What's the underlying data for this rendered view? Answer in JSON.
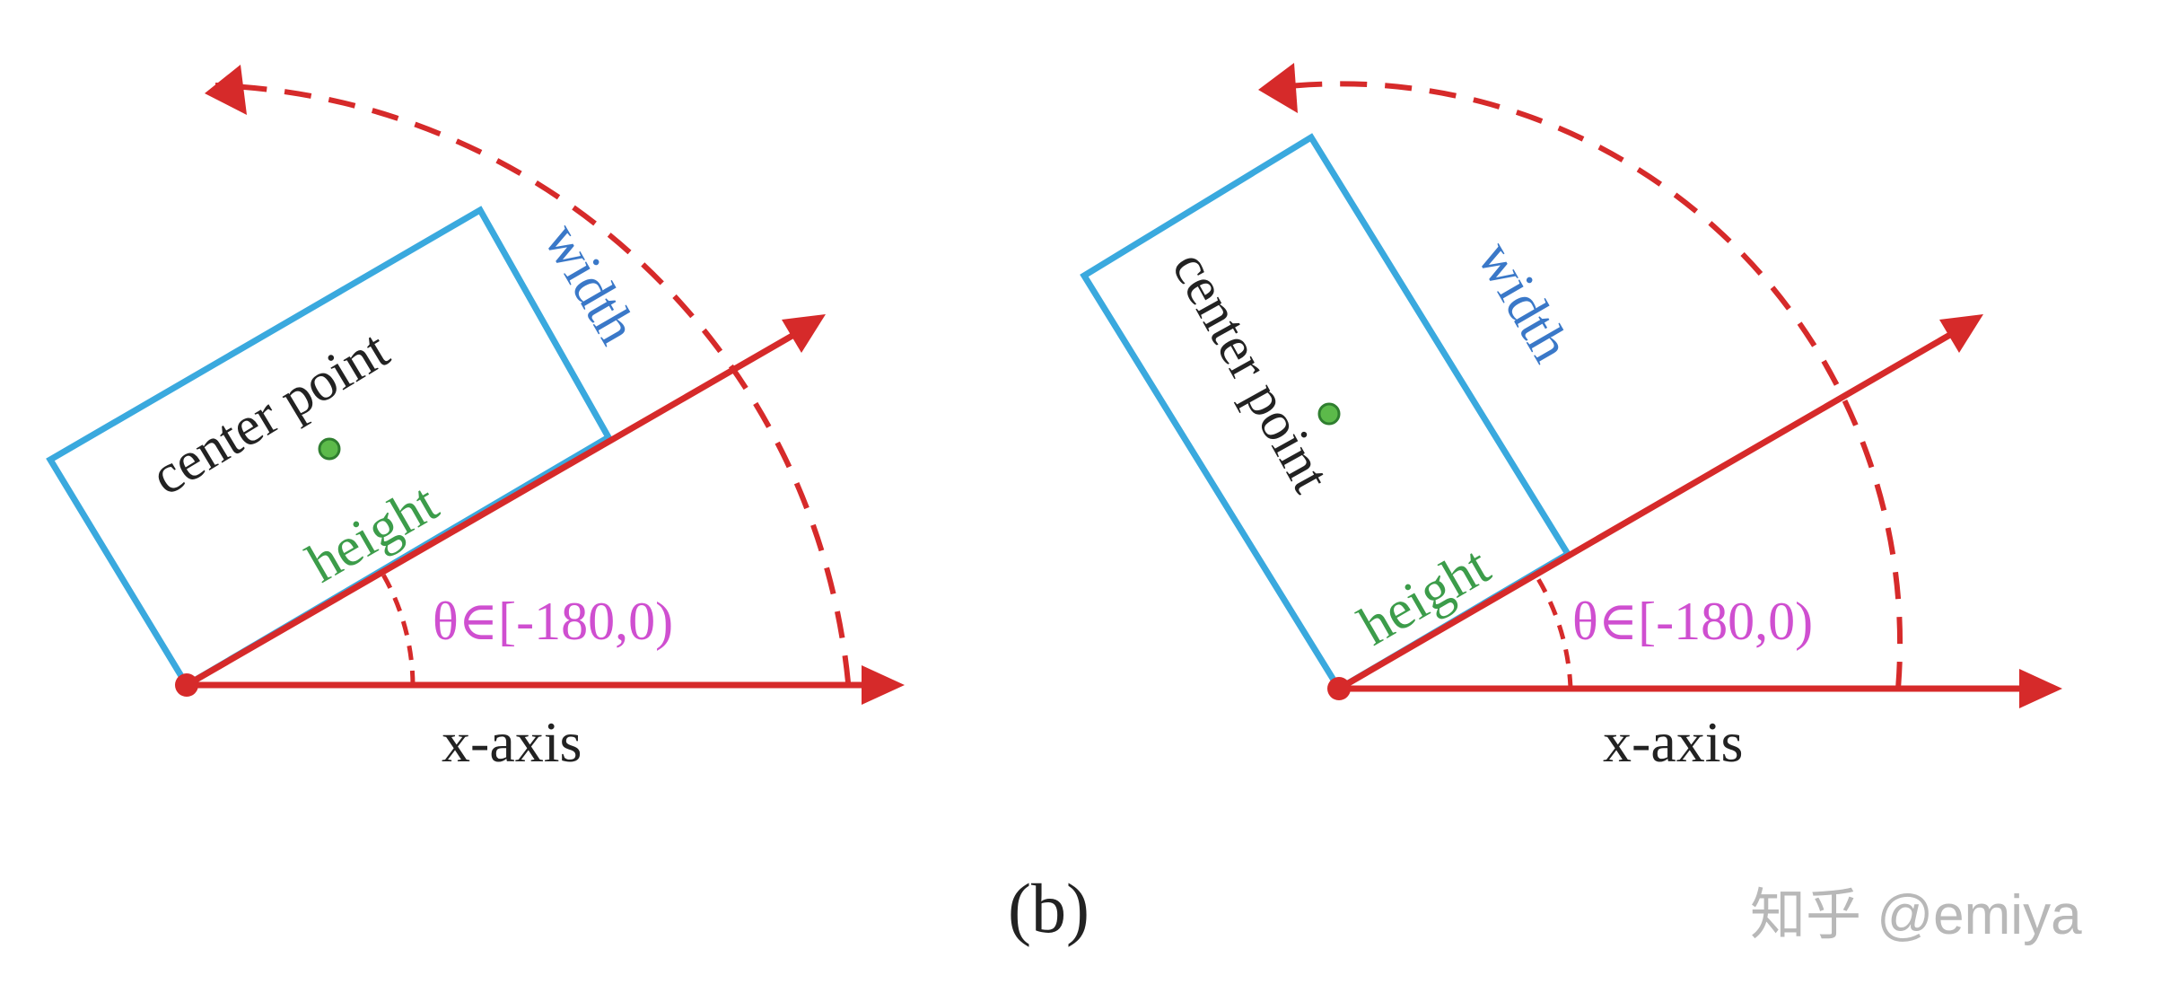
{
  "colors": {
    "box": "#3aa9de",
    "axis": "#d62a2a",
    "center": "#5cba4a",
    "height_text": "#3c9c4a",
    "width_text": "#3a78c8",
    "theta_text": "#cf4fd0",
    "text": "#222222",
    "watermark": "#b8b8b8"
  },
  "panels": [
    {
      "center_label": "center point",
      "height_label": "height",
      "width_label": "width",
      "theta_label": "θ∈[-180,0)",
      "x_axis_label": "x-axis"
    },
    {
      "center_label": "center point",
      "height_label": "height",
      "width_label": "width",
      "theta_label": "θ∈[-180,0)",
      "x_axis_label": "x-axis"
    }
  ],
  "caption": "(b)",
  "watermark": "知乎 @emiya"
}
